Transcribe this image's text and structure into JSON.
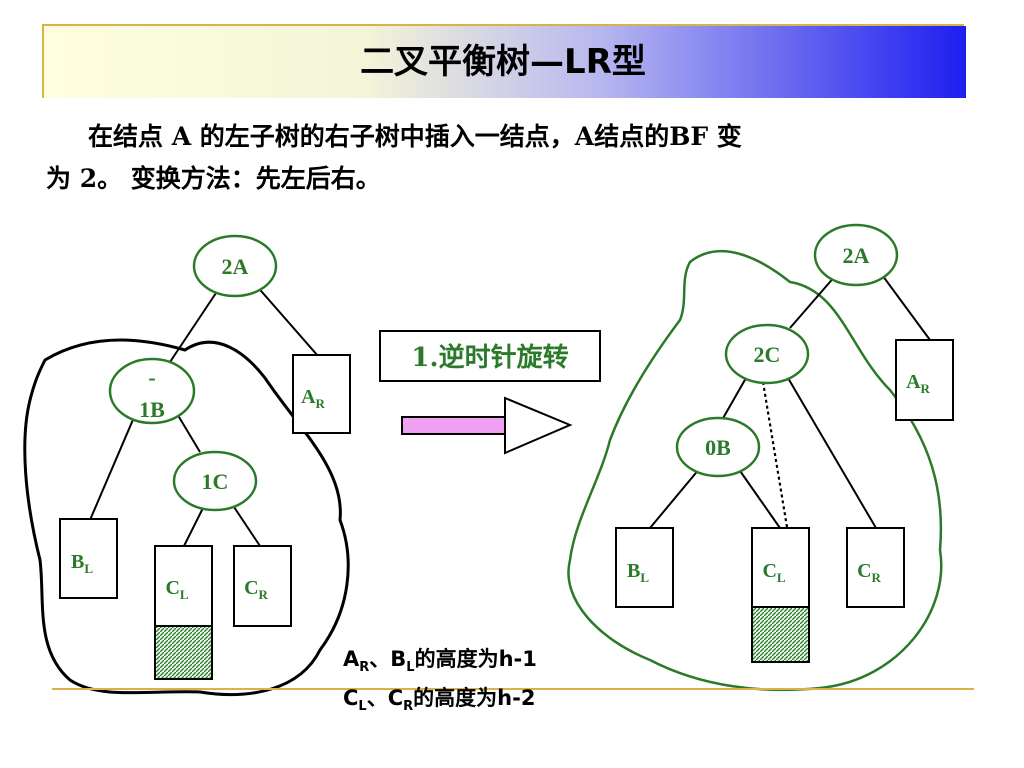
{
  "title": "二叉平衡树—LR型",
  "paragraph": {
    "line1": "在结点 A 的左子树的右子树中插入一结点，A结点的BF 变",
    "line2": "为 2。 变换方法：先左后右。"
  },
  "rotation_label": "1.逆时针旋转",
  "left_tree": {
    "root": "2A",
    "child_b_top": "-",
    "child_b_bottom": "1B",
    "child_c": "1C",
    "box_ar": {
      "main": "A",
      "sub": "R"
    },
    "box_bl": {
      "main": "B",
      "sub": "L"
    },
    "box_cl": {
      "main": "C",
      "sub": "L"
    },
    "box_cr": {
      "main": "C",
      "sub": "R"
    }
  },
  "right_tree": {
    "root": "2A",
    "child_c": "2C",
    "child_b": "0B",
    "box_ar": {
      "main": "A",
      "sub": "R"
    },
    "box_bl": {
      "main": "B",
      "sub": "L"
    },
    "box_cl": {
      "main": "C",
      "sub": "L"
    },
    "box_cr": {
      "main": "C",
      "sub": "R"
    }
  },
  "note": {
    "line1_a": "A",
    "line1_a_sub": "R",
    "line1_sep": "、",
    "line1_b": "B",
    "line1_b_sub": "L",
    "line1_tail": "的高度为h-1",
    "line2_a": "C",
    "line2_a_sub": "L",
    "line2_sep": "、",
    "line2_b": "C",
    "line2_b_sub": "R",
    "line2_tail": "的高度为h-2"
  },
  "colors": {
    "node_stroke": "#2a7a2a",
    "label": "#2a7a2a",
    "arrow_fill": "#f0a0f0",
    "accent_line": "#d9b24a",
    "hatch": "#2a7a2a"
  }
}
